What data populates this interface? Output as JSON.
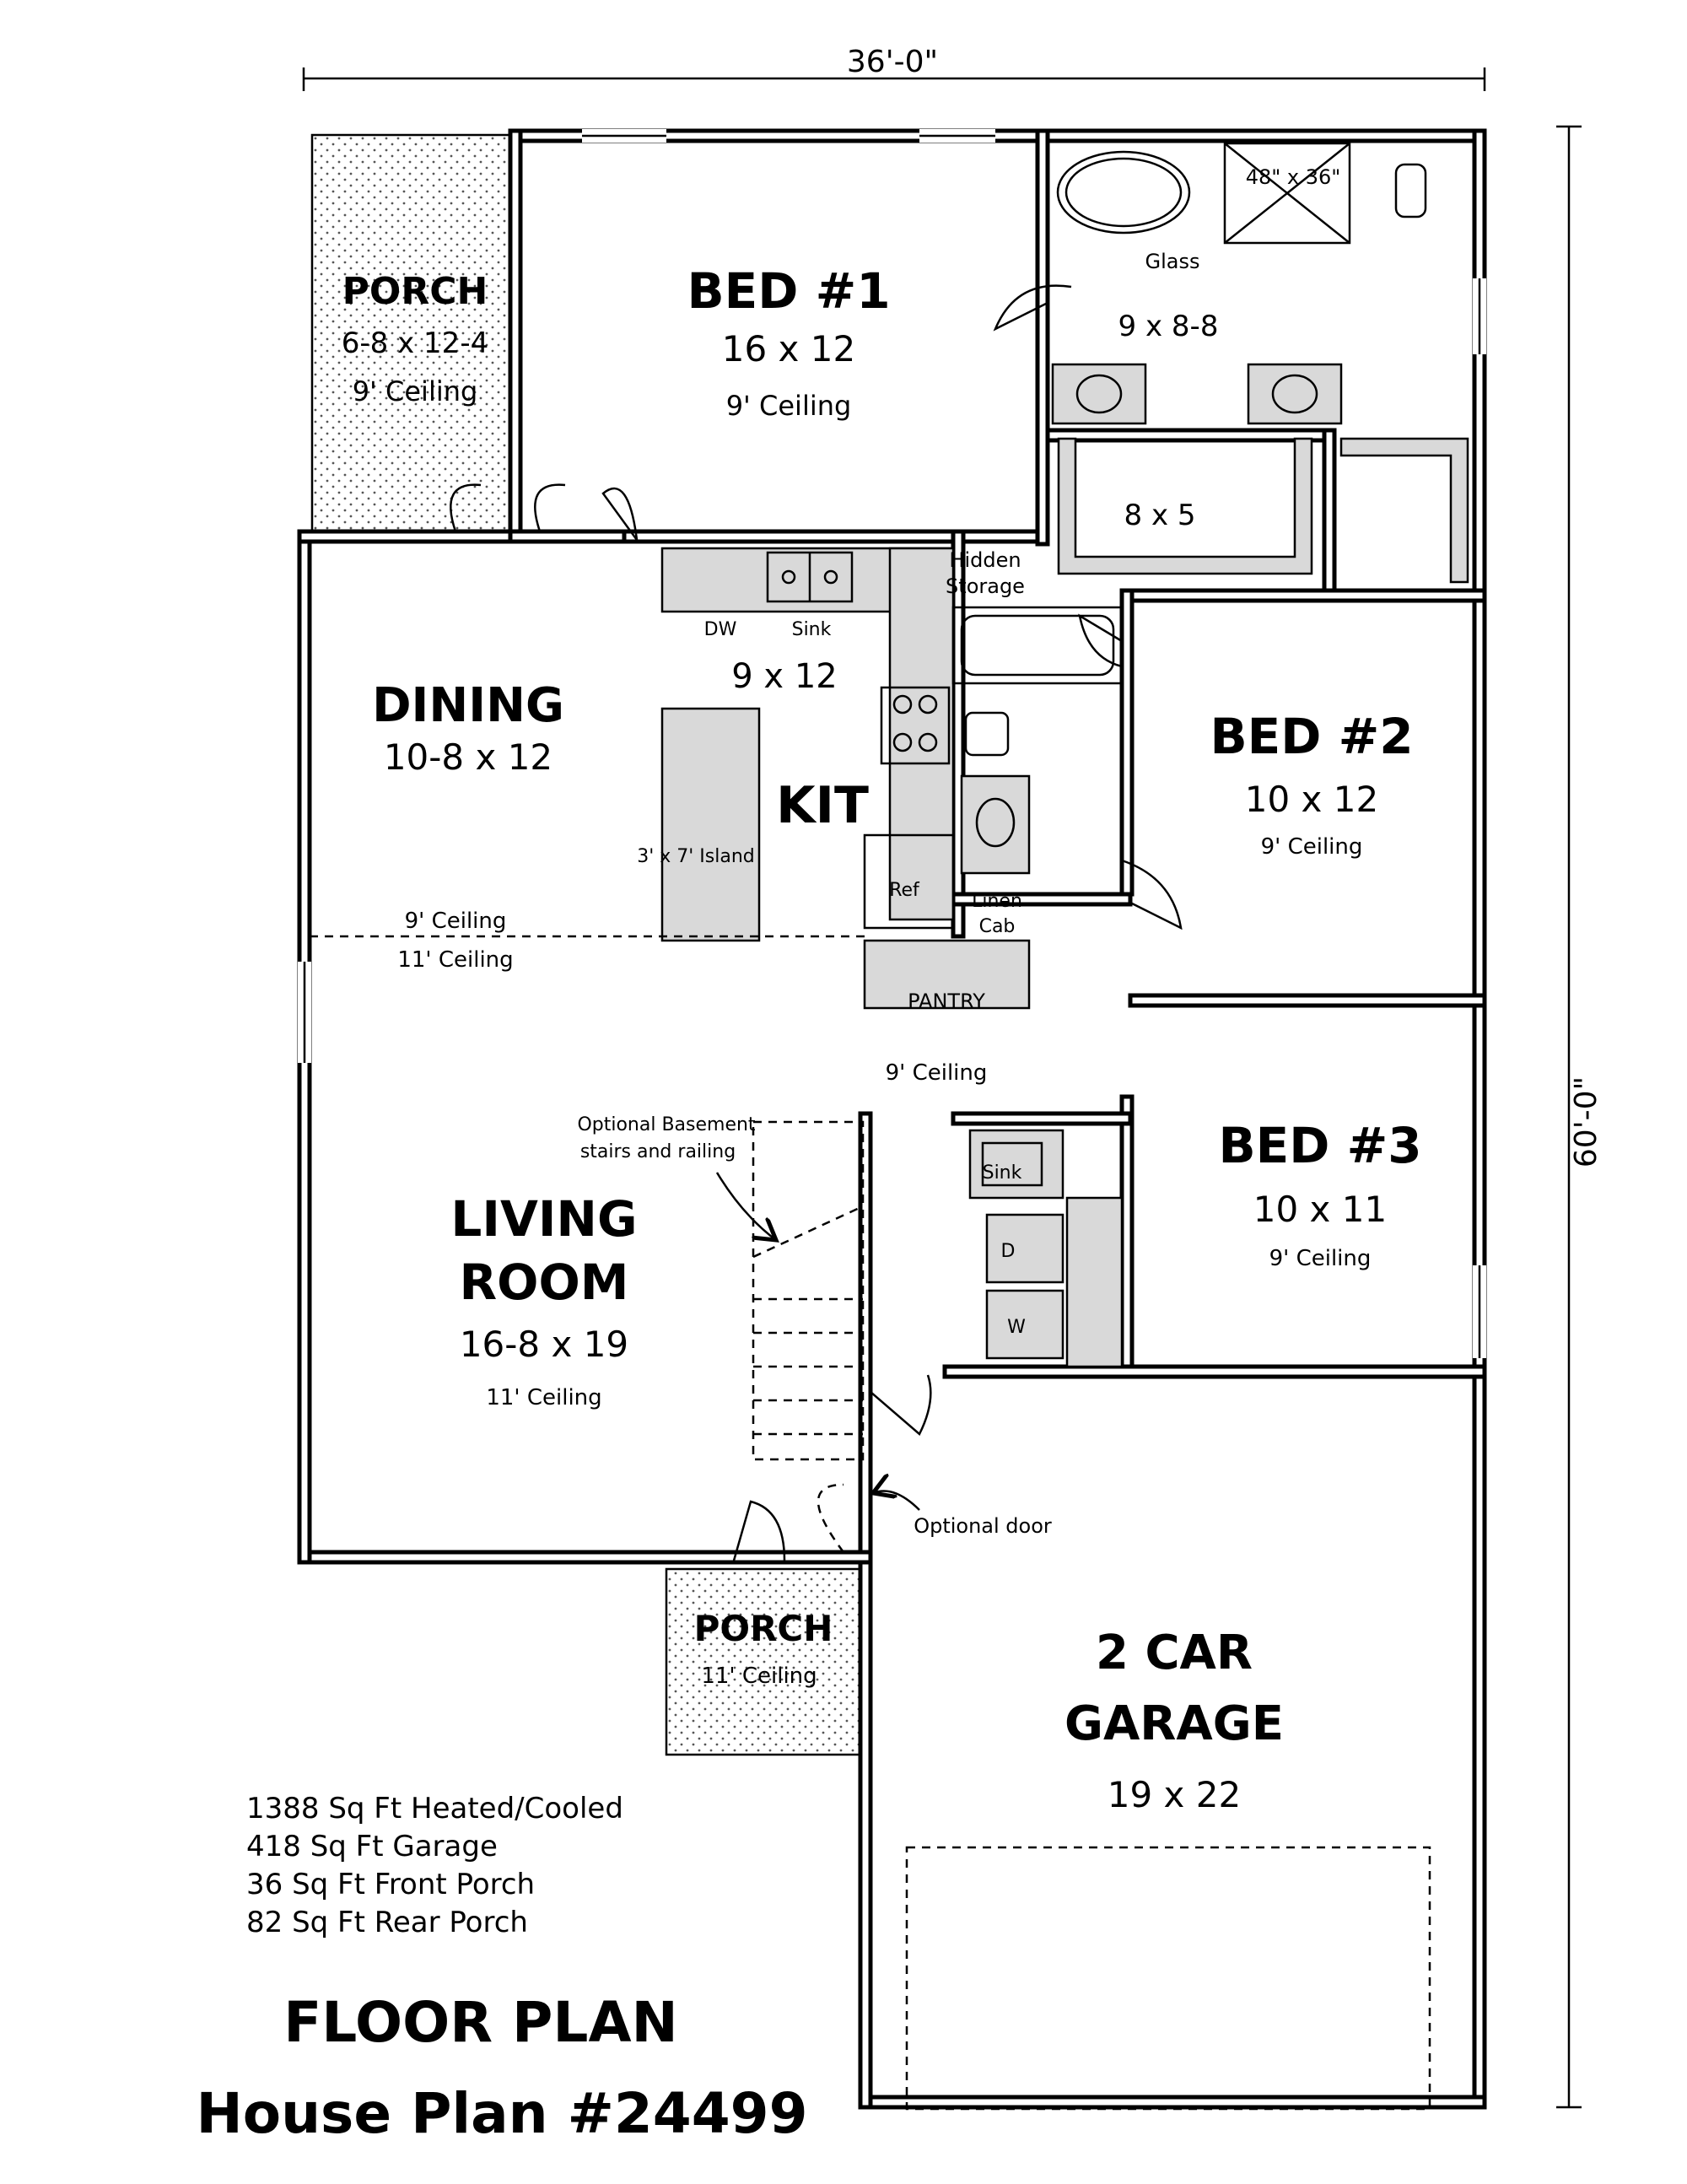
{
  "dimensions": {
    "width": "36'-0\"",
    "depth": "60'-0\""
  },
  "rooms": {
    "rear_porch": {
      "name": "PORCH",
      "size": "6-8 x 12-4",
      "ceiling": "9' Ceiling"
    },
    "bed1": {
      "name": "BED #1",
      "size": "16 x 12",
      "ceiling": "9' Ceiling"
    },
    "master_bath": {
      "size": "9 x 8-8",
      "shower": "48\" x 36\"",
      "glass": "Glass"
    },
    "closet": {
      "size": "8 x 5"
    },
    "hidden_storage": {
      "line1": "Hidden",
      "line2": "Storage"
    },
    "dining": {
      "name": "DINING",
      "size": "10-8 x 12",
      "ceiling": "9' Ceiling",
      "ceiling2": "11' Ceiling"
    },
    "kitchen": {
      "name": "KIT",
      "size": "9 x 12",
      "island": "3' x 7' Island",
      "dw": "DW",
      "sink": "Sink",
      "ref": "Ref"
    },
    "bed2": {
      "name": "BED #2",
      "size": "10 x 12",
      "ceiling": "9' Ceiling"
    },
    "linen": {
      "line1": "Linen",
      "line2": "Cab"
    },
    "pantry": {
      "name": "PANTRY",
      "ceiling": "9' Ceiling"
    },
    "basement_note": {
      "line1": "Optional Basement",
      "line2": "stairs and railing"
    },
    "living": {
      "line1": "LIVING",
      "line2": "ROOM",
      "size": "16-8 x 19",
      "ceiling": "11' Ceiling"
    },
    "laundry": {
      "sink": "Sink",
      "dryer": "D",
      "washer": "W"
    },
    "bed3": {
      "name": "BED #3",
      "size": "10 x 11",
      "ceiling": "9' Ceiling"
    },
    "optional_door": {
      "label": "Optional door"
    },
    "front_porch": {
      "name": "PORCH",
      "ceiling": "11' Ceiling"
    },
    "garage": {
      "line1": "2 CAR",
      "line2": "GARAGE",
      "size": "19 x 22"
    }
  },
  "stats": [
    "1388 Sq Ft Heated/Cooled",
    "418 Sq Ft Garage",
    "36 Sq Ft Front Porch",
    "82 Sq Ft Rear Porch"
  ],
  "title": {
    "line1": "FLOOR PLAN",
    "line2": "House Plan #24499"
  }
}
